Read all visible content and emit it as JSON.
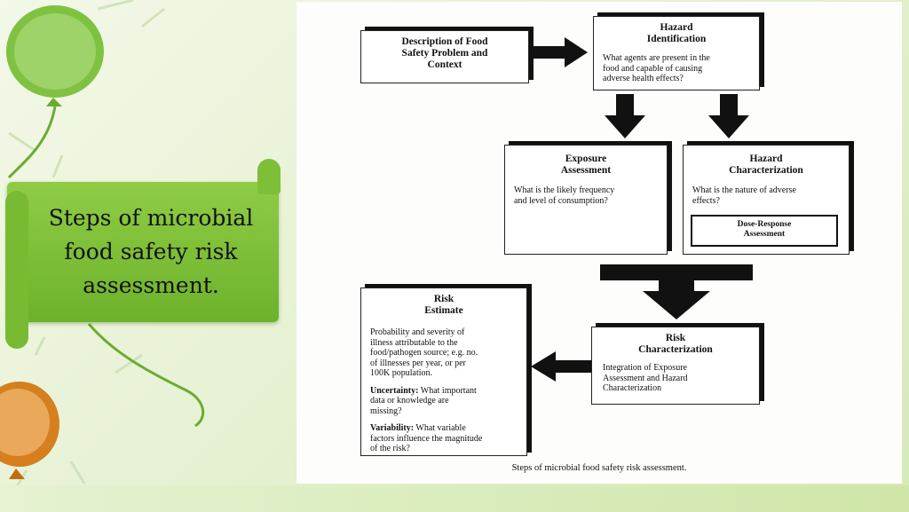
{
  "banner": {
    "title": "Steps of microbial food safety risk assessment."
  },
  "diagram": {
    "description_box": {
      "title": "Description of Food\nSafety Problem and\nContext"
    },
    "hazard_identification": {
      "title": "Hazard\nIdentification",
      "text": "What agents are present in the\nfood and capable of causing\nadverse health effects?"
    },
    "exposure_assessment": {
      "title": "Exposure\nAssessment",
      "text": "What is the likely frequency\nand level of consumption?"
    },
    "hazard_characterization": {
      "title": "Hazard\nCharacterization",
      "text": "What is the nature of adverse\neffects?",
      "sub_box": "Dose-Response\nAssessment"
    },
    "risk_characterization": {
      "title": "Risk\nCharacterization",
      "text": "Integration of Exposure\nAssessment and Hazard\nCharacterization"
    },
    "risk_estimate": {
      "title": "Risk\nEstimate",
      "text": "Probability and severity of\nillness attributable to the\nfood/pathogen source; e.g. no.\nof illnesses per year, or per\n100K population.",
      "uncertainty_label": "Uncertainty:",
      "uncertainty_text": " What important\ndata or  knowledge are\nmissing?",
      "variability_label": "Variability:",
      "variability_text": " What variable\nfactors influence the magnitude\nof the risk?"
    },
    "caption": "Steps of microbial food safety risk assessment."
  }
}
